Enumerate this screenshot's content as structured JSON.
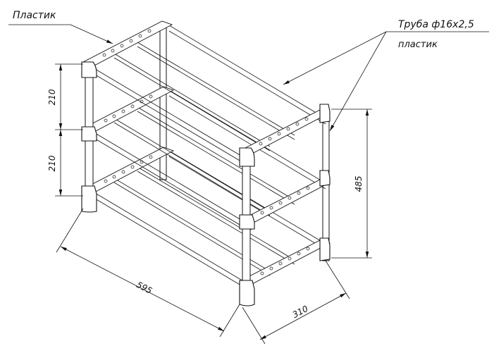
{
  "labels": {
    "plastic_left": "Пластик",
    "tube": "Труба ф16х2,5",
    "plastic_right": "пластик"
  },
  "dimensions": {
    "shelf_gap_upper": "210",
    "shelf_gap_lower": "210",
    "total_height": "485",
    "length": "595",
    "depth": "310"
  },
  "colors": {
    "line": "#111111",
    "background": "#ffffff"
  }
}
